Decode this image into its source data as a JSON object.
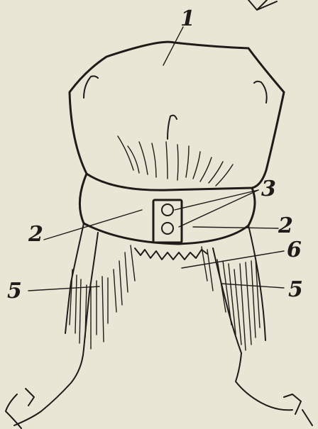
{
  "diagram": {
    "labels": {
      "l1": "1",
      "l2_left": "2",
      "l2_right": "2",
      "l3": "3",
      "l5_left": "5",
      "l5_right": "5",
      "l6": "6"
    },
    "colors": {
      "paper": "#e9e6d6",
      "ink": "#1e1b18"
    }
  }
}
